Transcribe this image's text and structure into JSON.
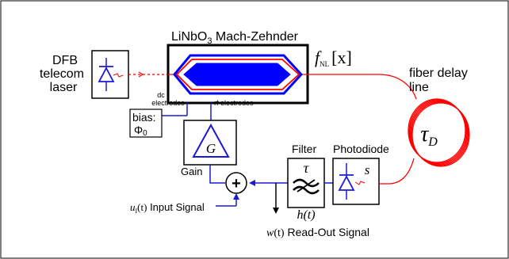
{
  "modulator": {
    "title_prefix": "LiNbO",
    "title_sub": "3",
    "title_suffix": " Mach-Zehnder",
    "transfer_f": "f",
    "transfer_sub": "NL",
    "transfer_arg": "[x]",
    "dc_label_1": "dc",
    "dc_label_2": "electrodes",
    "rf_label": "rf electrodes"
  },
  "laser": {
    "line1": "DFB",
    "line2": "telecom",
    "line3": "laser"
  },
  "bias": {
    "line1": "bias:",
    "line2": "Φ",
    "line2_sub": "0"
  },
  "gain": {
    "symbol": "G",
    "label": "Gain"
  },
  "delay": {
    "line1": "fiber delay",
    "line2": "line",
    "symbol": "τ",
    "symbol_sub": "D"
  },
  "filter": {
    "label": "Filter",
    "tau": "τ",
    "h": "h(t)"
  },
  "photodiode": {
    "label": "Photodiode",
    "s": "s"
  },
  "sum_symbol": "+",
  "input": {
    "u": "u",
    "u_sub": "I",
    "u_arg": "(t)",
    "text": " Input Signal"
  },
  "readout": {
    "w": "w",
    "w_arg": "(t)",
    "text": " Read-Out Signal"
  },
  "colors": {
    "optical": "#ff0000",
    "electrical": "#1a1ad6",
    "frame": "#000000",
    "modulator_fill": "#0000ff"
  }
}
